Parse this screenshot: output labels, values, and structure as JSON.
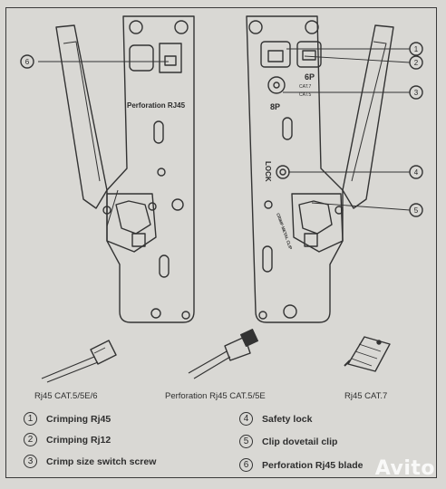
{
  "left_tool": {
    "label": "Perforation RJ45",
    "callout": "6"
  },
  "right_tool": {
    "cavity_6p": "6P",
    "cavity_8p": "8P",
    "cat7": "CAT.7",
    "cat5": "CAT.5",
    "lock": "LOCK",
    "clip": "CRIMP METAL CLIP",
    "callouts": [
      "1",
      "2",
      "3",
      "4",
      "5"
    ]
  },
  "captions": [
    "Rj45 CAT.5/5E/6",
    "Perforation Rj45 CAT.5/5E",
    "Rj45 CAT.7"
  ],
  "legend": [
    {
      "num": "1",
      "text": "Crimping Rj45"
    },
    {
      "num": "2",
      "text": "Crimping Rj12"
    },
    {
      "num": "3",
      "text": "Crimp size switch screw"
    },
    {
      "num": "4",
      "text": "Safety lock"
    },
    {
      "num": "5",
      "text": "Clip dovetail clip"
    },
    {
      "num": "6",
      "text": "Perforation Rj45 blade"
    }
  ],
  "watermark": "Avito"
}
